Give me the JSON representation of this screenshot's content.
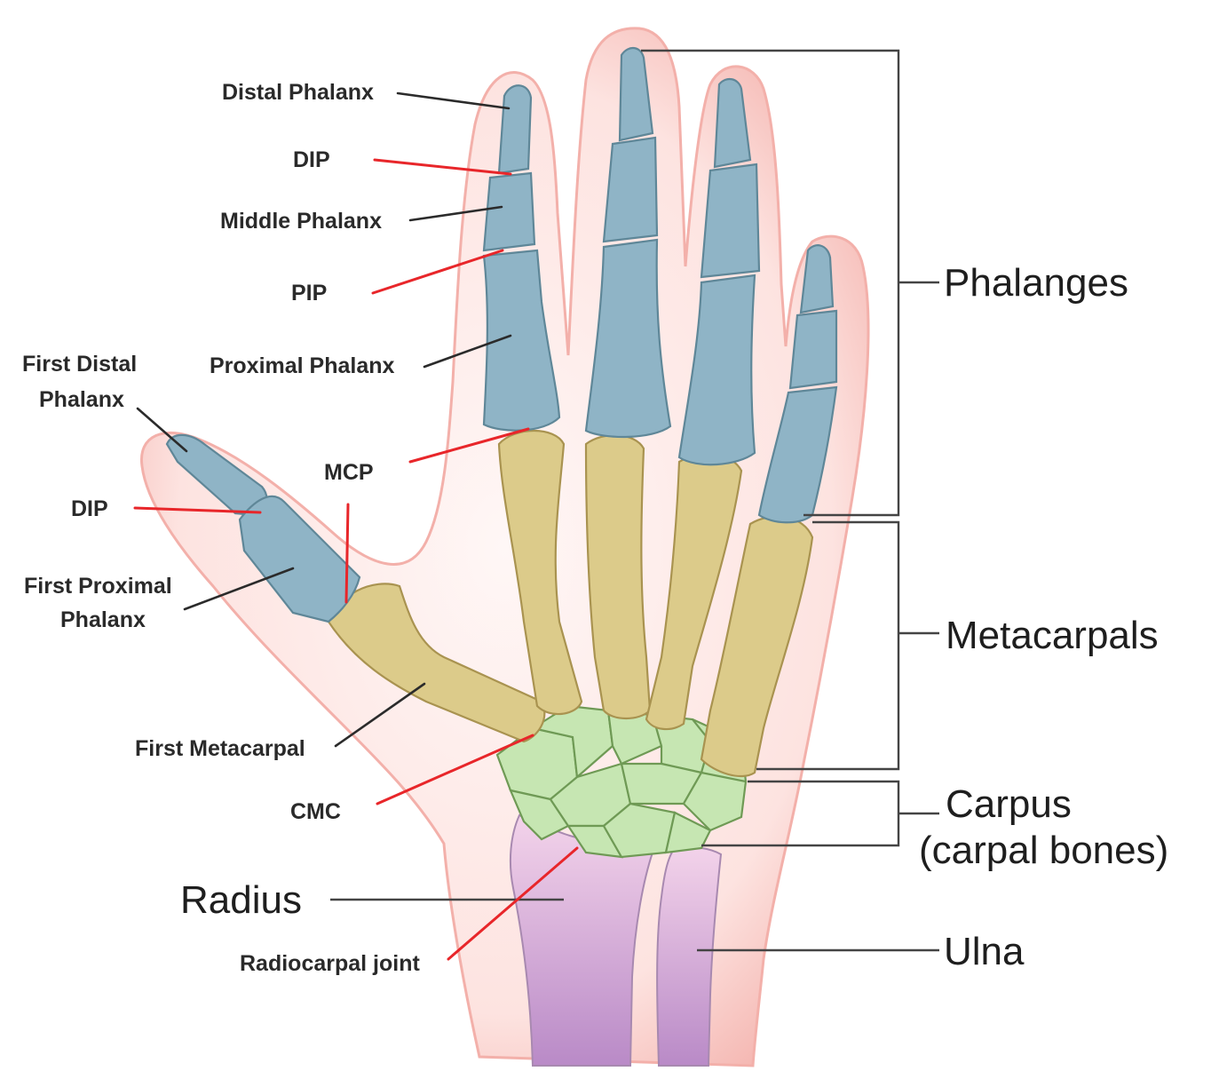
{
  "labels": {
    "distal_phalanx": "Distal Phalanx",
    "dip_finger": "DIP",
    "middle_phalanx": "Middle Phalanx",
    "pip": "PIP",
    "proximal_phalanx": "Proximal Phalanx",
    "first_distal_phalanx_line1": "First Distal",
    "first_distal_phalanx_line2": "Phalanx",
    "mcp": "MCP",
    "dip_thumb": "DIP",
    "first_proximal_phalanx_line1": "First Proximal",
    "first_proximal_phalanx_line2": "Phalanx",
    "first_metacarpal": "First Metacarpal",
    "cmc": "CMC",
    "radius": "Radius",
    "radiocarpal_joint": "Radiocarpal joint",
    "phalanges": "Phalanges",
    "metacarpals": "Metacarpals",
    "carpus_line1": "Carpus",
    "carpus_line2": "(carpal bones)",
    "ulna": "Ulna"
  },
  "colors": {
    "phalanges_bone": "#8fb4c6",
    "metacarpal_bone": "#dccb8a",
    "carpal_bone": "#c6e6b2",
    "forearm_bone": "#c79ad0",
    "skin_outline": "#f5c4c0",
    "joint_leader": "#e8262a"
  }
}
